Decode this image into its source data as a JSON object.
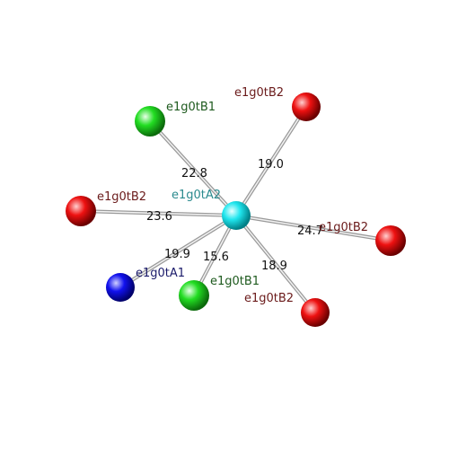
{
  "center": {
    "label": "e1g0tA2",
    "color": "#00e0e8"
  },
  "neighbors": [
    {
      "label": "e1g0tB1",
      "distance": "22.8",
      "color": "#22dd22",
      "label_color": "#1e5a1e"
    },
    {
      "label": "e1g0tB2",
      "distance": "19.0",
      "color": "#ee1111",
      "label_color": "#6a1a1a"
    },
    {
      "label": "e1g0tB2",
      "distance": "23.6",
      "color": "#ee1111",
      "label_color": "#6a1a1a"
    },
    {
      "label": "e1g0tB2",
      "distance": "24.7",
      "color": "#ee1111",
      "label_color": "#6a1a1a"
    },
    {
      "label": "e1g0tA1",
      "distance": "19.9",
      "color": "#1111ee",
      "label_color": "#1a1a6a"
    },
    {
      "label": "e1g0tB1",
      "distance": "15.6",
      "color": "#22dd22",
      "label_color": "#1e5a1e"
    },
    {
      "label": "e1g0tB2",
      "distance": "18.9",
      "color": "#ee1111",
      "label_color": "#6a1a1a"
    }
  ]
}
